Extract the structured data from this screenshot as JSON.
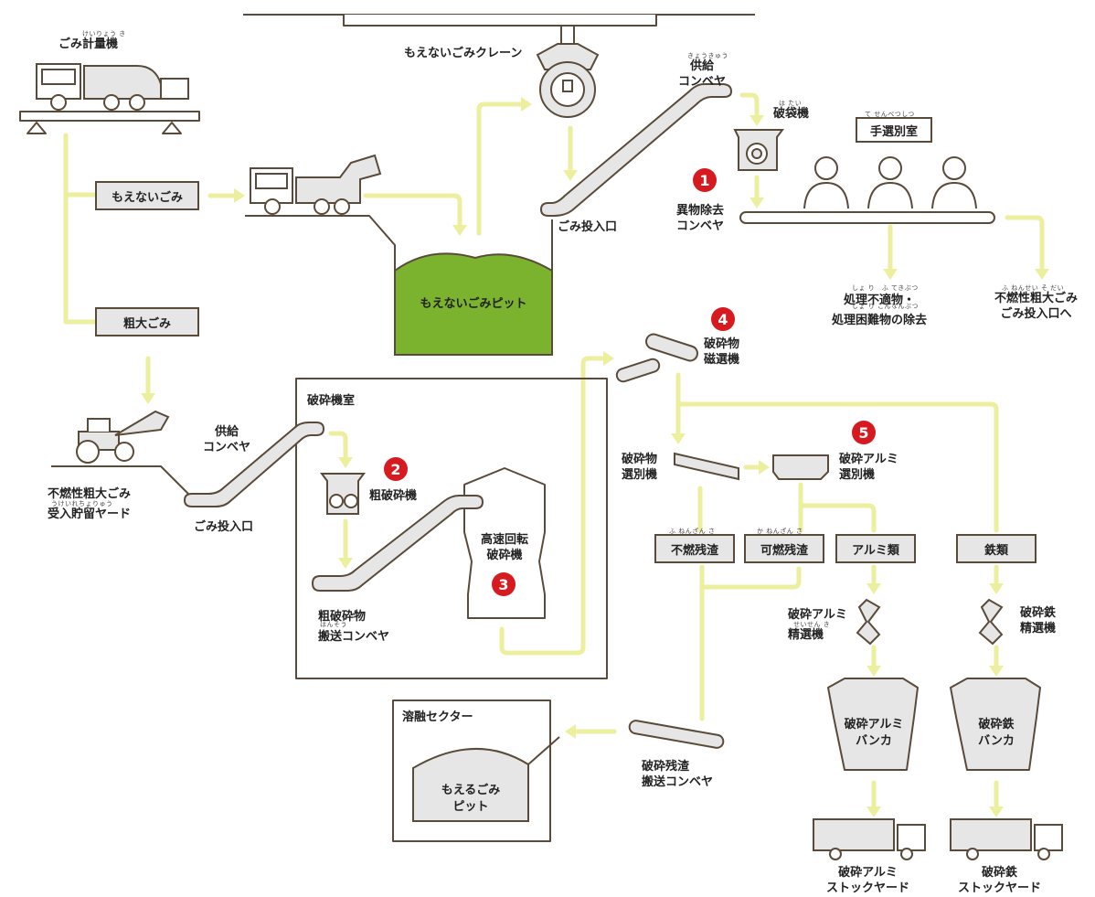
{
  "colors": {
    "flow": "#ecef9d",
    "outline": "#5a4a3a",
    "pit_green": "#7bb32e",
    "box_fill": "#e6e6e6",
    "badge_red": "#d71920"
  },
  "labels": {
    "weigh_machine": "ごみ計量機",
    "weigh_machine_ruby": "けいりょう き",
    "crane": "もえないごみクレーン",
    "supply_conveyor_top": "供給\nコンベヤ",
    "supply_conveyor_top_ruby": "きょうきゅう",
    "bag_breaker": "破袋機",
    "bag_breaker_ruby": "は たい",
    "sorting_room": "手選別室",
    "sorting_room_ruby": "て せんべつしつ",
    "moenai_gomi": "もえないごみ",
    "sodai_gomi": "粗大ごみ",
    "pit": "もえないごみピット",
    "inlet_top": "ごみ投入口",
    "foreign_removal_conveyor": "異物除去\nコンベヤ",
    "unsuitable_removal": "処理不適物・\n処理困難物の除去",
    "unsuitable_ruby_1": "しょ り　ふ てきぶつ",
    "unsuitable_ruby_2": "しょ り こんなんぶつ",
    "to_bulky_inlet": "不燃性粗大ごみ\nごみ投入口へ",
    "to_bulky_inlet_ruby": "ふ ねんせい そ だい",
    "bulky_yard": "不燃性粗大ごみ\n受入貯留ヤード",
    "bulky_yard_ruby": "うけいれちょりゅう",
    "supply_conveyor_left": "供給\nコンベヤ",
    "inlet_left": "ごみ投入口",
    "crusher_room": "破砕機室",
    "coarse_crusher": "粗破砕機",
    "coarse_conveyor": "粗破砕物\n搬送コンベヤ",
    "coarse_conveyor_ruby": "はんそう",
    "high_speed_crusher": "高速回転\n破砕機",
    "magnet_separator": "破砕物\n磁選機",
    "crushed_sorter": "破砕物\n選別機",
    "alu_sorter": "破砕アルミ\n選別機",
    "nonburn_residue": "不燃残渣",
    "nonburn_ruby": "ふ ねんざん さ",
    "burn_residue": "可燃残渣",
    "burn_ruby": "か ねんざん さ",
    "aluminum": "アルミ類",
    "iron": "鉄類",
    "alu_refiner": "破砕アルミ\n精選機",
    "alu_refiner_ruby": "せいせん き",
    "iron_refiner": "破砕鉄\n精選機",
    "alu_bunker": "破砕アルミ\nバンカ",
    "iron_bunker": "破砕鉄\nバンカ",
    "residue_conveyor": "破砕残渣\n搬送コンベヤ",
    "melting_sector": "溶融セクター",
    "burnable_pit": "もえるごみ\nピット",
    "alu_yard": "破砕アルミ\nストックヤード",
    "iron_yard": "破砕鉄\nストックヤード"
  },
  "badges": [
    "1",
    "2",
    "3",
    "4",
    "5"
  ]
}
